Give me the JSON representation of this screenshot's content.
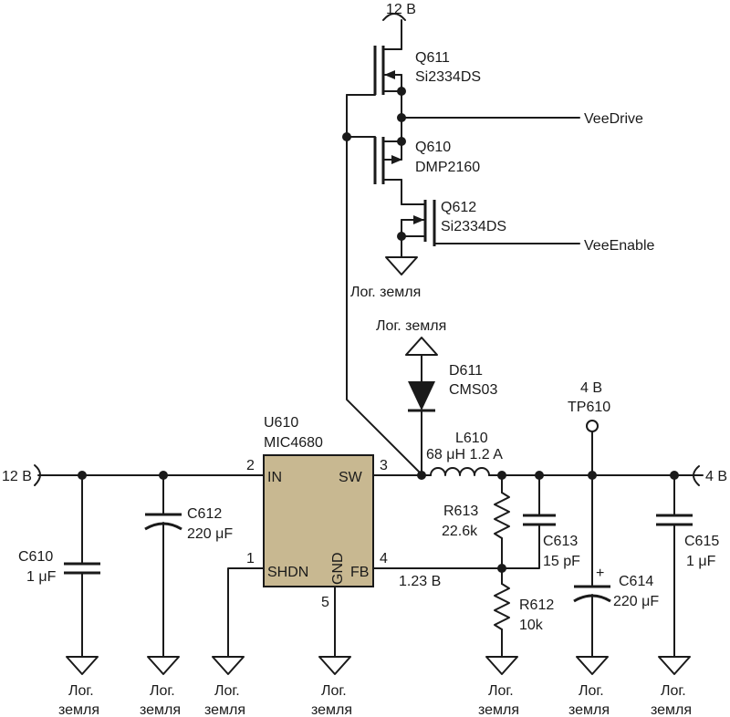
{
  "colors": {
    "ic_fill": "#c8b891",
    "wire": "#1a1a1a"
  },
  "supplies": {
    "v12_top": "12 В",
    "v12_left": "12 В",
    "v4_right": "4 В"
  },
  "ground": {
    "log_line1": "Лог.",
    "log_line2": "земля",
    "log_full": "Лог. земля"
  },
  "nets": {
    "vee_drive": "VeeDrive",
    "vee_enable": "VeeEnable",
    "fb_voltage": "1.23 В"
  },
  "q611": {
    "ref": "Q611",
    "part": "Si2334DS"
  },
  "q610": {
    "ref": "Q610",
    "part": "DMP2160"
  },
  "q612": {
    "ref": "Q612",
    "part": "Si2334DS"
  },
  "d611": {
    "ref": "D611",
    "part": "CMS03"
  },
  "tp610": {
    "voltage": "4 В",
    "ref": "TP610"
  },
  "u610": {
    "ref": "U610",
    "part": "MIC4680",
    "pin_in": "IN",
    "pin_sw": "SW",
    "pin_shdn": "SHDN",
    "pin_fb": "FB",
    "pin_gnd": "GND",
    "num_in": "2",
    "num_sw": "3",
    "num_shdn": "1",
    "num_fb": "4",
    "num_gnd": "5"
  },
  "l610": {
    "ref": "L610",
    "value": "68 μH 1.2 A"
  },
  "c610": {
    "ref": "C610",
    "value": "1 μF"
  },
  "c612": {
    "ref": "C612",
    "value": "220 μF"
  },
  "c613": {
    "ref": "C613",
    "value": "15 pF"
  },
  "c614": {
    "ref": "C614",
    "value": "220 μF",
    "polarity": "+"
  },
  "c615": {
    "ref": "C615",
    "value": "1 μF"
  },
  "r613": {
    "ref": "R613",
    "value": "22.6k"
  },
  "r612": {
    "ref": "R612",
    "value": "10k"
  }
}
